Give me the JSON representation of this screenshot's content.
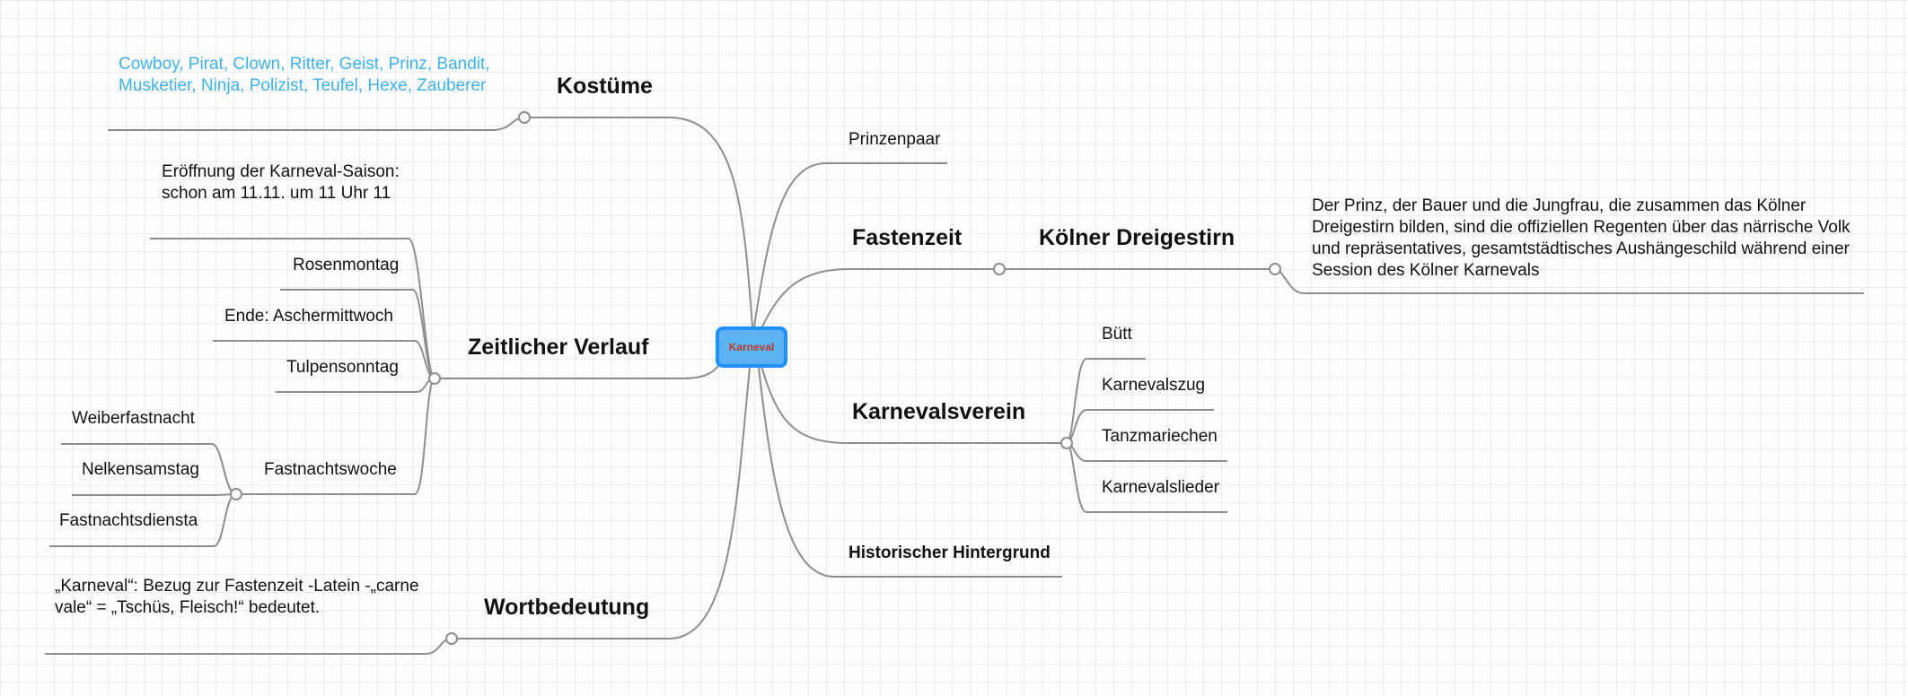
{
  "root": {
    "label": "Karneval"
  },
  "left": {
    "kostueme": {
      "title": "Kostüme",
      "note": "Cowboy, Pirat, Clown, Ritter, Geist, Prinz, Bandit, Musketier, Ninja, Polizist, Teufel, Hexe, Zauberer"
    },
    "zeitlich": {
      "title": "Zeitlicher Verlauf",
      "items": [
        "Eröffnung der Karneval-Saison: schon am 11.11. um 11 Uhr 11",
        "Rosenmontag",
        "Ende: Aschermittwoch",
        "Tulpensonntag",
        "Fastnachtswoche"
      ],
      "fastnacht_items": [
        "Weiberfastnacht",
        "Nelkensamstag",
        "Fastnachtsdiensta"
      ]
    },
    "wort": {
      "title": "Wortbedeutung",
      "note": "„Karneval“: Bezug zur Fastenzeit -Latein -„carne vale“ = „Tschüs, Fleisch!“ bedeutet."
    }
  },
  "right": {
    "prinzenpaar": "Prinzenpaar",
    "fastenzeit": {
      "title": "Fastenzeit",
      "sub": {
        "title": "Kölner Dreigestirn",
        "note": "Der Prinz, der Bauer und die Jungfrau, die zusammen das Kölner Dreigestirn bilden, sind die offiziellen Regenten über das närrische Volk und repräsentatives, gesamtstädtisches Aushängeschild während einer Session des Kölner Karnevals"
      }
    },
    "verein": {
      "title": "Karnevalsverein",
      "items": [
        "Bütt",
        "Karnevalszug",
        "Tanzmariechen",
        "Karnevalslieder"
      ]
    },
    "historisch": "Historischer Hintergrund"
  },
  "colors": {
    "connector": "#8e8e8e",
    "root_border": "#1e90ff",
    "root_text": "#c0392b",
    "costume_text": "#3fb2ee"
  }
}
